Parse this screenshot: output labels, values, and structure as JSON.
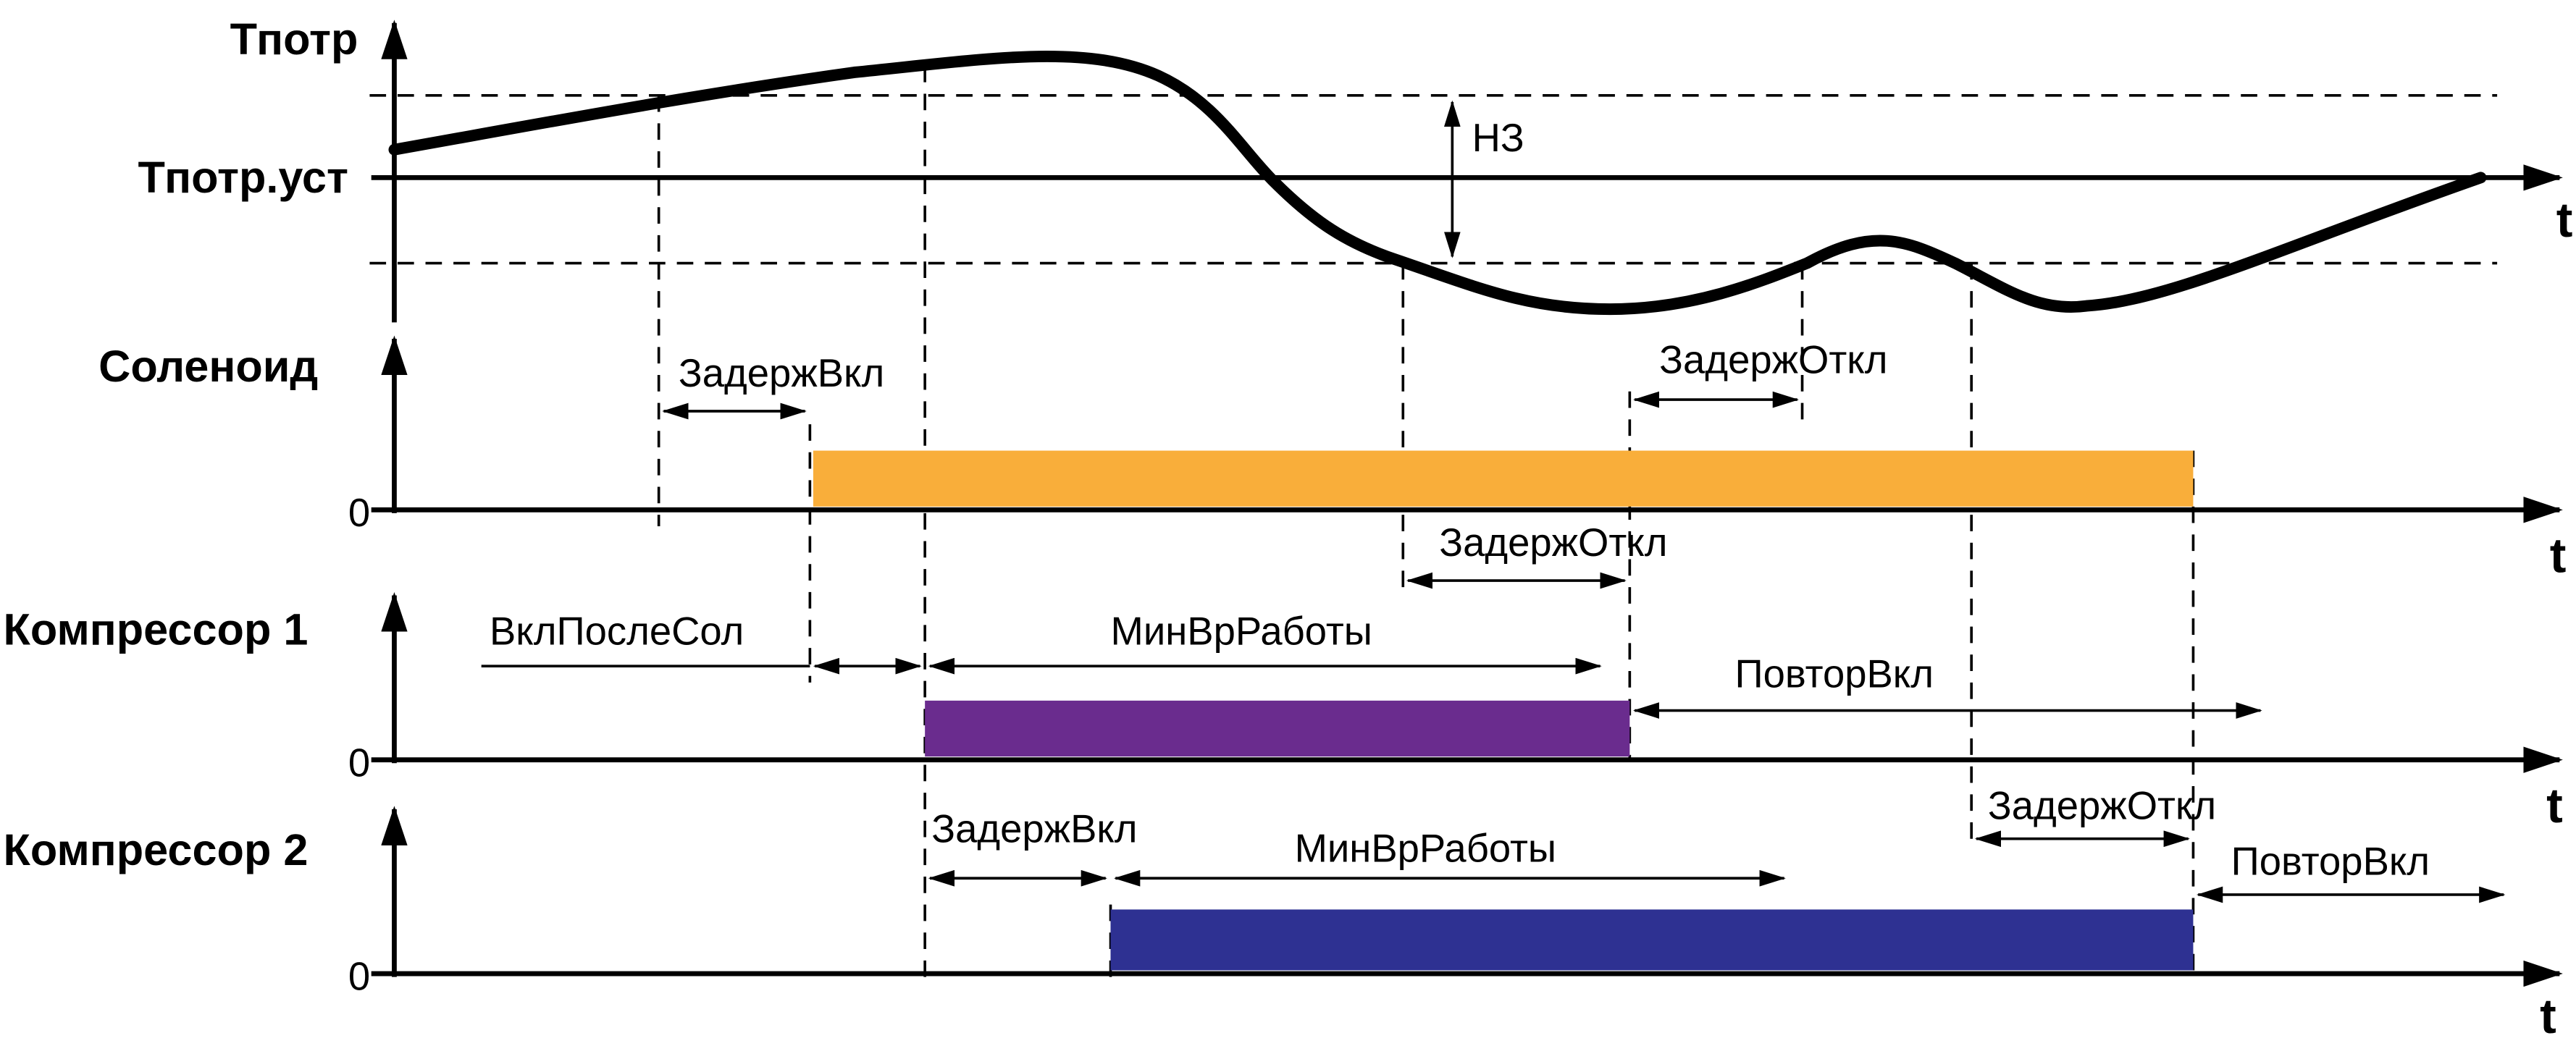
{
  "axes": {
    "temperature": {
      "label": "Тпотр",
      "setpoint_label": "Тпотр.уст",
      "time_label": "t"
    },
    "solenoid": {
      "label": "Соленоид",
      "zero_label": "0",
      "time_label": "t"
    },
    "compressor1": {
      "label": "Компрессор 1",
      "zero_label": "0",
      "time_label": "t"
    },
    "compressor2": {
      "label": "Компрессор 2",
      "zero_label": "0",
      "time_label": "t"
    }
  },
  "annotations": {
    "hysteresis": "НЗ",
    "solenoid_on_delay": "ЗадержВкл",
    "solenoid_off_delay": "ЗадержОткл",
    "solenoid_off_delay_2": "ЗадержОткл",
    "comp1_after_solenoid": "ВклПослеСол",
    "comp1_min_run": "МинВрРаботы",
    "comp1_restart": "ПовторВкл",
    "comp2_on_delay": "ЗадержВкл",
    "comp2_min_run": "МинВрРаботы",
    "comp2_off_delay": "ЗадержОткл",
    "comp2_restart": "ПовторВкл"
  },
  "colors": {
    "solenoid": "#F9AE3A",
    "compressor1": "#6A2C8E",
    "compressor2": "#2E3192",
    "line": "#000000"
  },
  "states": {
    "solenoid": [
      {
        "state": "on",
        "label": ""
      }
    ],
    "compressor1": [
      {
        "state": "on",
        "label": ""
      }
    ],
    "compressor2": [
      {
        "state": "on",
        "label": ""
      }
    ]
  }
}
